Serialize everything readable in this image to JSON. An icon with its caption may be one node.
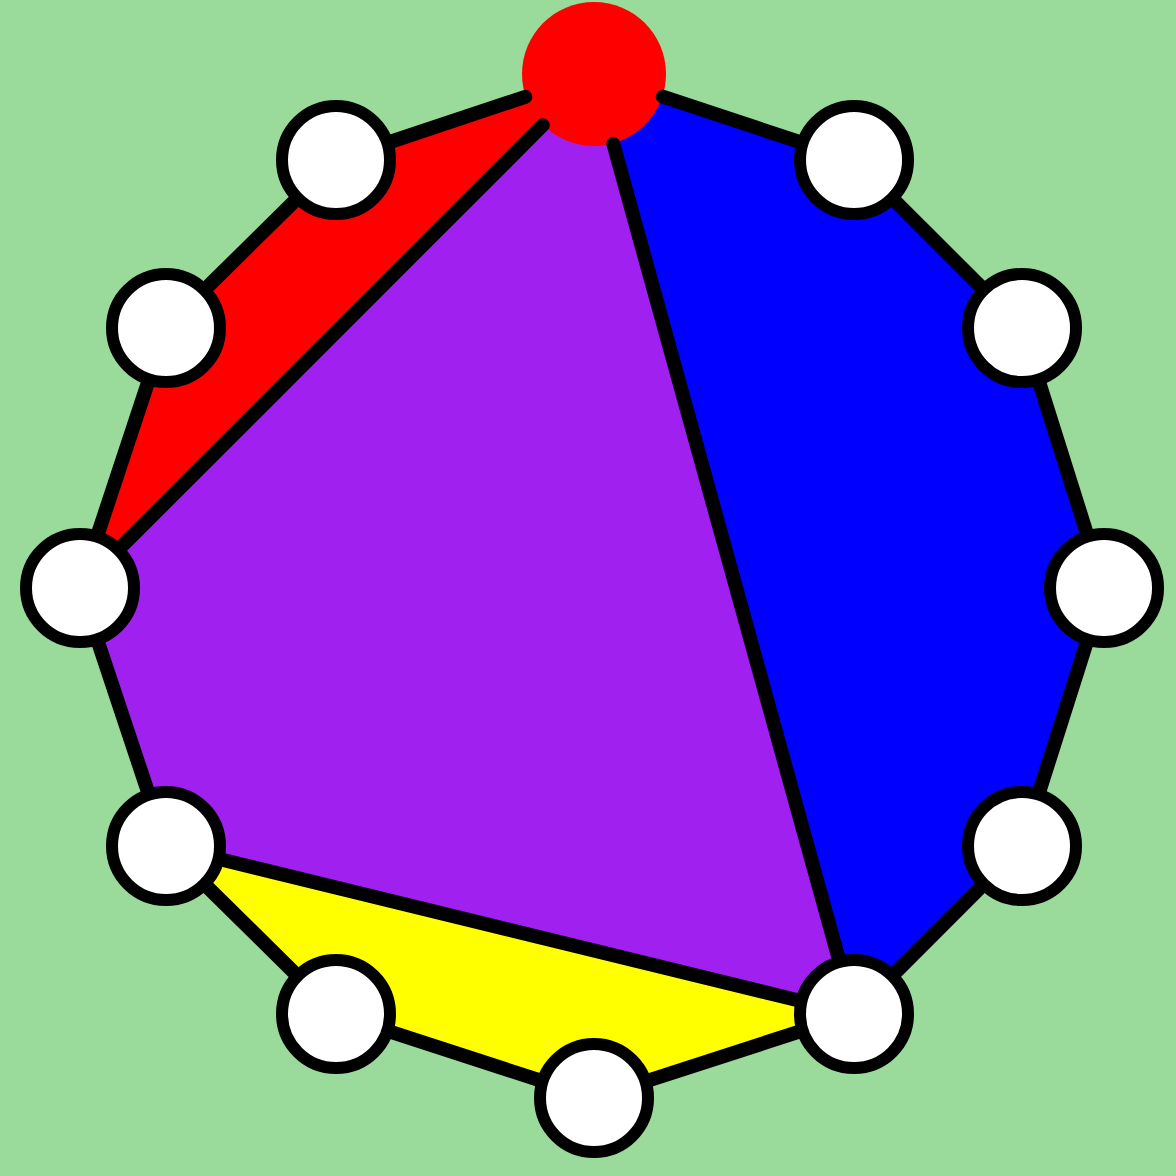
{
  "diagram": {
    "nodes": [
      {
        "text": [],
        "shape": "circle"
      },
      {
        "text": [],
        "shape": "circle"
      },
      {
        "text": [],
        "shape": "circle"
      },
      {
        "text": [],
        "shape": "circle"
      },
      {
        "text": [],
        "shape": "circle"
      },
      {
        "text": [],
        "shape": "circle"
      },
      {
        "text": [],
        "shape": "circle"
      },
      {
        "text": [],
        "shape": "circle"
      },
      {
        "text": [],
        "shape": "circle"
      },
      {
        "text": [],
        "shape": "circle"
      },
      {
        "text": [],
        "shape": "circle"
      },
      {
        "text": [],
        "shape": "circle"
      }
    ],
    "edges": [
      {
        "from": 0,
        "to": 1,
        "arrow": "none"
      },
      {
        "from": 1,
        "to": 2,
        "arrow": "none"
      },
      {
        "from": 2,
        "to": 3,
        "arrow": "none"
      },
      {
        "from": 3,
        "to": 4,
        "arrow": "none"
      },
      {
        "from": 4,
        "to": 5,
        "arrow": "none"
      },
      {
        "from": 5,
        "to": 6,
        "arrow": "none"
      },
      {
        "from": 6,
        "to": 7,
        "arrow": "none"
      },
      {
        "from": 7,
        "to": 8,
        "arrow": "none"
      },
      {
        "from": 8,
        "to": 9,
        "arrow": "none"
      },
      {
        "from": 9,
        "to": 10,
        "arrow": "none"
      },
      {
        "from": 10,
        "to": 11,
        "arrow": "none"
      },
      {
        "from": 11,
        "to": 0,
        "arrow": "none"
      },
      {
        "from": 0,
        "to": 5,
        "arrow": "none"
      },
      {
        "from": 0,
        "to": 9,
        "arrow": "none"
      },
      {
        "from": 5,
        "to": 8,
        "arrow": "none"
      }
    ]
  }
}
